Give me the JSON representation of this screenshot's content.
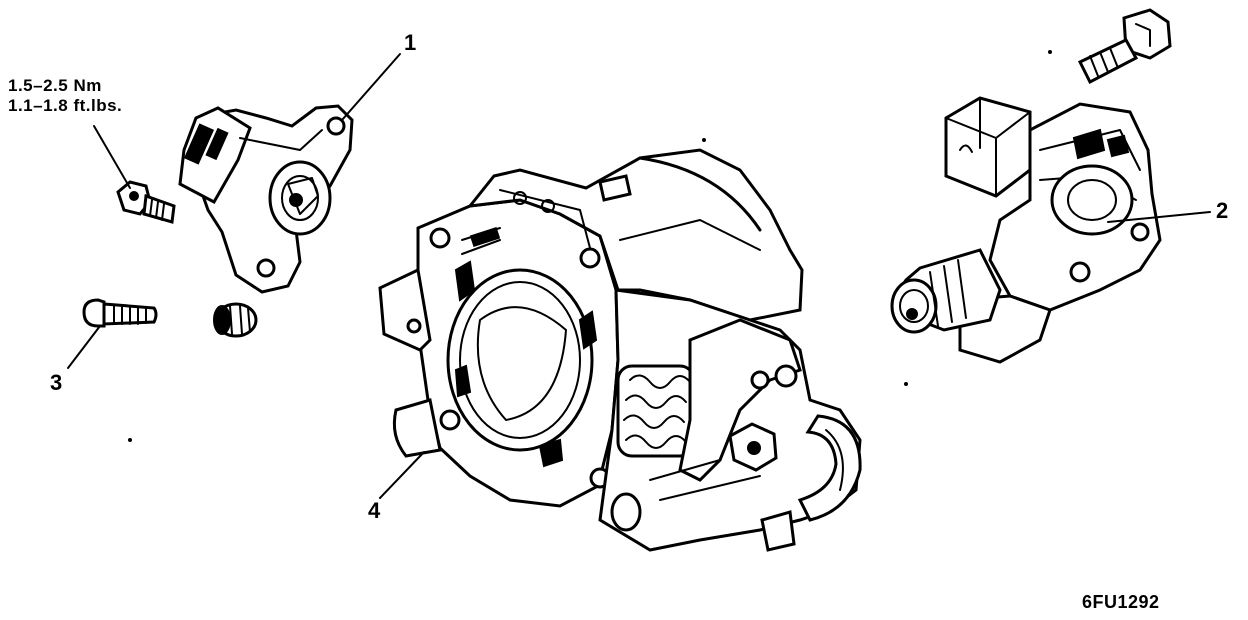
{
  "callouts": {
    "c1": "1",
    "c2": "2",
    "c3": "3",
    "c4": "4"
  },
  "torque": {
    "line1": "1.5–2.5  Nm",
    "line2": "1.1–1.8  ft.lbs."
  },
  "figure_ref": "6FU1292"
}
